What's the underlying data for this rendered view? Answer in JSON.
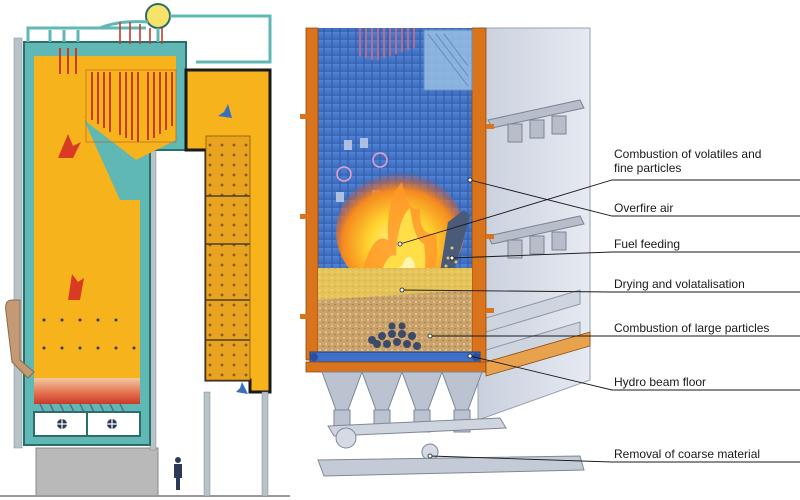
{
  "labels": {
    "combustion_volatiles": "Combustion of volatiles and fine particles",
    "overfire_air": "Overfire air",
    "fuel_feeding": "Fuel feeding",
    "drying": "Drying and volatalisation",
    "combustion_large": "Combustion of large particles",
    "hydro_beam": "Hydro beam floor",
    "removal": "Removal of coarse material"
  },
  "colors": {
    "gas_yellow": "#f6b31b",
    "wall_teal": "#5fb8b4",
    "wall_orange": "#d9731c",
    "water_blue": "#4a7fd0",
    "flame_red": "#e8421c",
    "flame_yellow": "#ffe44a",
    "fuel_bed": "#c9a36b",
    "steel_grey": "#a9b0bf"
  },
  "icons": [
    "flow-arrow-icon",
    "person-icon",
    "steam-drum-icon",
    "burner-icon"
  ]
}
